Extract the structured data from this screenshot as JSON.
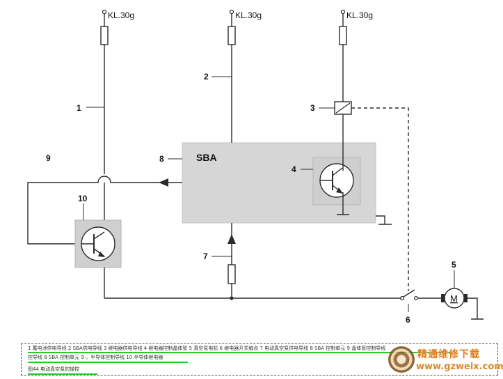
{
  "diagram": {
    "supply_label": "KL.30g",
    "controller_label": "SBA",
    "motor_label": "M",
    "callouts": [
      "1",
      "2",
      "3",
      "4",
      "5",
      "6",
      "7",
      "8",
      "9",
      "10"
    ]
  },
  "caption": {
    "line1": "1 蓄电池供电导线 2 SBA供电导线 3 继电器供电导线 4 继电器控制晶体管 5 真空泵电机 6 继电器开关触点 7 电动真空泵供电导线 8 SBA 控制单元 9 晶体管控制导线",
    "line2": "控导线 8 SBA 控制单元 9 。半导体控制导线 10 半导体继电器",
    "title": "图44 电动真空泵的操控"
  },
  "watermark": {
    "title": "精通维修下载",
    "url": "www.gzweix.com"
  },
  "colors": {
    "line": "#2b2b2b",
    "box_fill": "#d6d6d6",
    "box_stroke": "#bdbdbd",
    "caption_highlight": "#22cc22",
    "watermark": "#e07a1a"
  }
}
